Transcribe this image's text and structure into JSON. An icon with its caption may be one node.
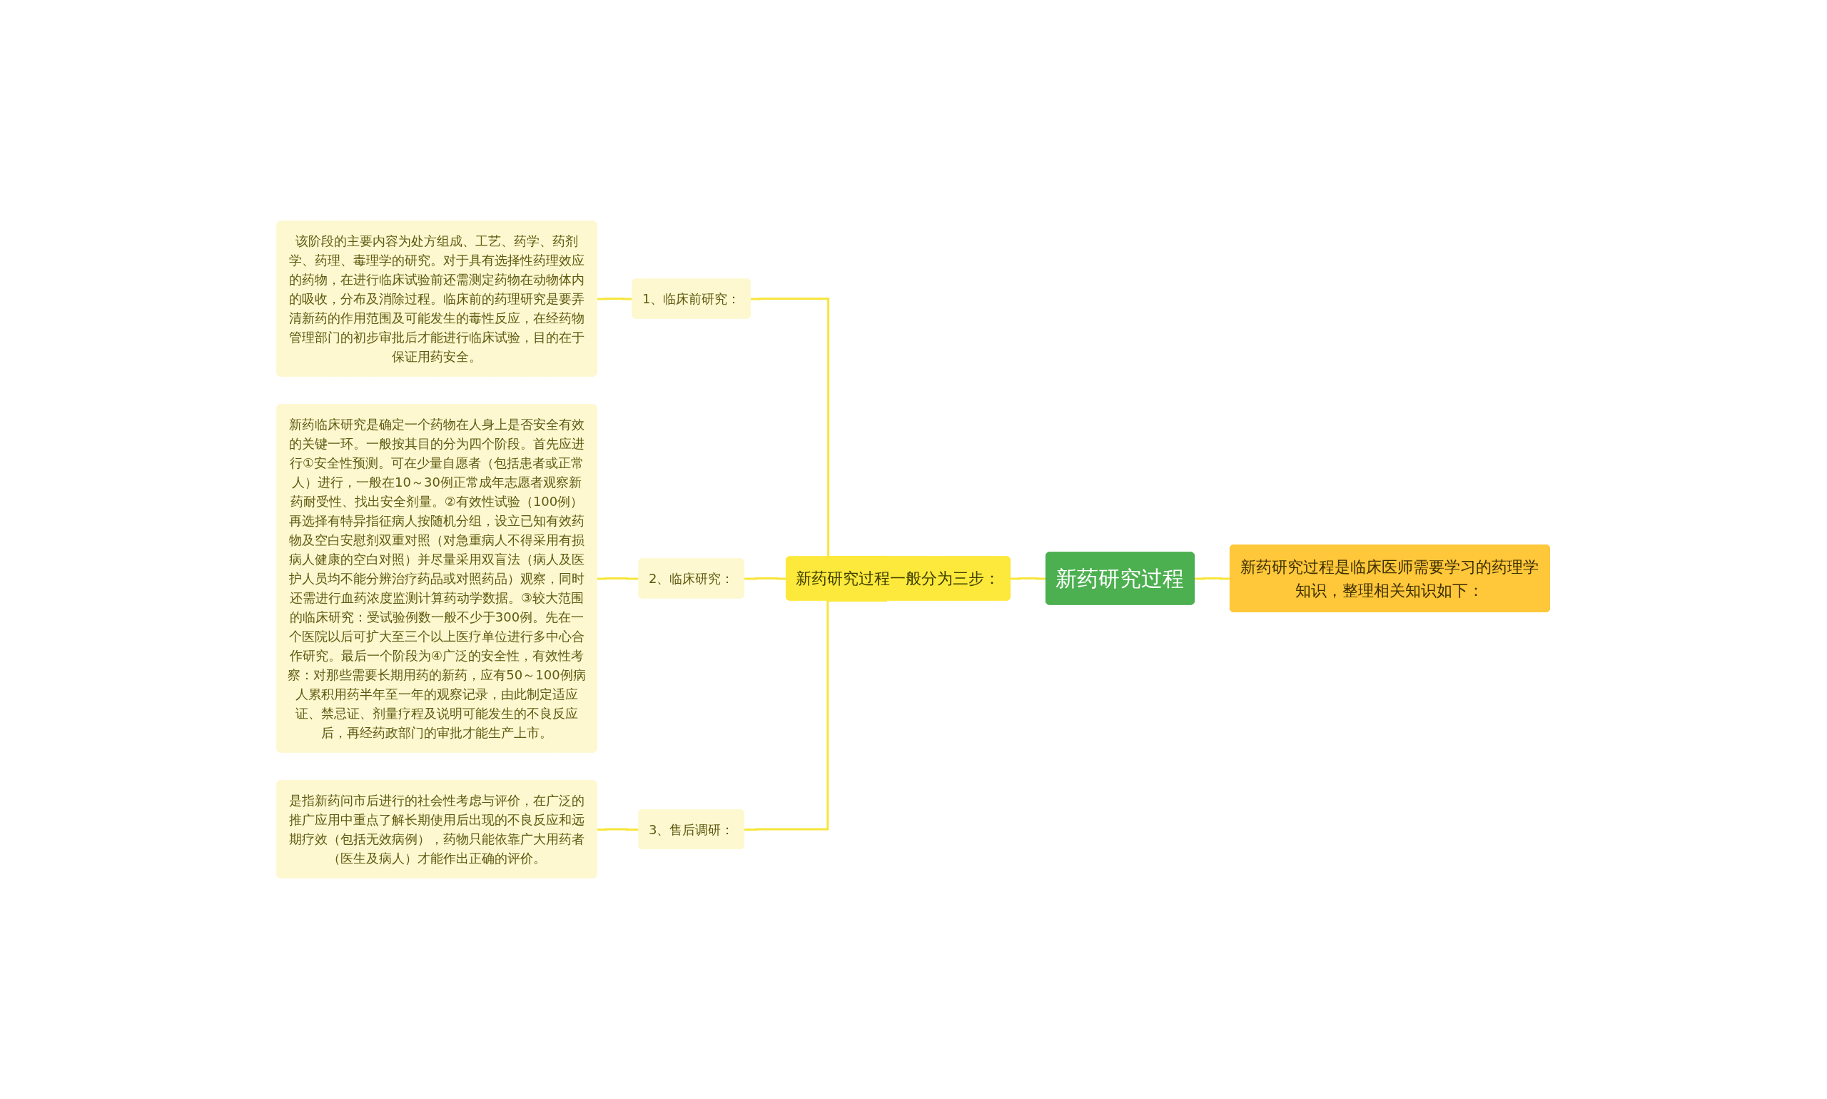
{
  "diagram": {
    "nodes": [
      {
        "text": [
          "新药研究过程"
        ]
      },
      {
        "text": [
          "新药研究过程是临床医师需要学习的药理学知识，整理相关知识如下："
        ]
      },
      {
        "text": [
          "新药研究过程一般分为三步："
        ]
      },
      {
        "text": [
          "1、临床前研究："
        ]
      },
      {
        "text": [
          "该阶段的主要内容为处方组成、工艺、药学、药剂学、药理、毒理学的研究。对于具有选择性药理效应的药物，在进行临床试验前还需测定药物在动物体内的吸收，分布及消除过程。临床前的药理研究是要弄清新药的作用范围及可能发生的毒性反应，在经药物管理部门的初步审批后才能进行临床试验，目的在于保证用药安全。"
        ]
      },
      {
        "text": [
          "2、临床研究："
        ]
      },
      {
        "text": [
          "新药临床研究是确定一个药物在人身上是否安全有效的关键一环。一般按其目的分为四个阶段。首先应进行①安全性预测。可在少量自愿者（包括患者或正常人）进行，一般在10～30例正常成年志愿者观察新药耐受性、找出安全剂量。②有效性试验（100例）再选择有特异指征病人按随机分组，设立已知有效药物及空白安慰剂双重对照（对急重病人不得采用有损病人健康的空白对照）并尽量采用双盲法（病人及医护人员均不能分辨治疗药品或对照药品）观察，同时还需进行血药浓度监测计算药动学数据。③较大范围的临床研究：受试验例数一般不少于300例。先在一个医院以后可扩大至三个以上医疗单位进行多中心合作研究。最后一个阶段为④广泛的安全性，有效性考察：对那些需要长期用药的新药，应有50～100例病人累积用药半年至一年的观察记录，由此制定适应证、禁忌证、剂量疗程及说明可能发生的不良反应后，再经药政部门的审批才能生产上市。"
        ]
      },
      {
        "text": [
          "3、售后调研："
        ]
      },
      {
        "text": [
          "是指新药问市后进行的社会性考虑与评价，在广泛的推广应用中重点了解长期使用后出现的不良反应和远期疗效（包括无效病例），药物只能依靠广大用药者（医生及病人）才能作出正确的评价。"
        ]
      }
    ],
    "edges": [
      {
        "from": 1,
        "to": 0,
        "arrow": "none"
      },
      {
        "from": 0,
        "to": 2,
        "arrow": "none"
      },
      {
        "from": 2,
        "to": 3,
        "arrow": "none"
      },
      {
        "from": 3,
        "to": 4,
        "arrow": "none"
      },
      {
        "from": 2,
        "to": 5,
        "arrow": "none"
      },
      {
        "from": 5,
        "to": 6,
        "arrow": "none"
      },
      {
        "from": 2,
        "to": 7,
        "arrow": "none"
      },
      {
        "from": 7,
        "to": 8,
        "arrow": "none"
      }
    ]
  }
}
